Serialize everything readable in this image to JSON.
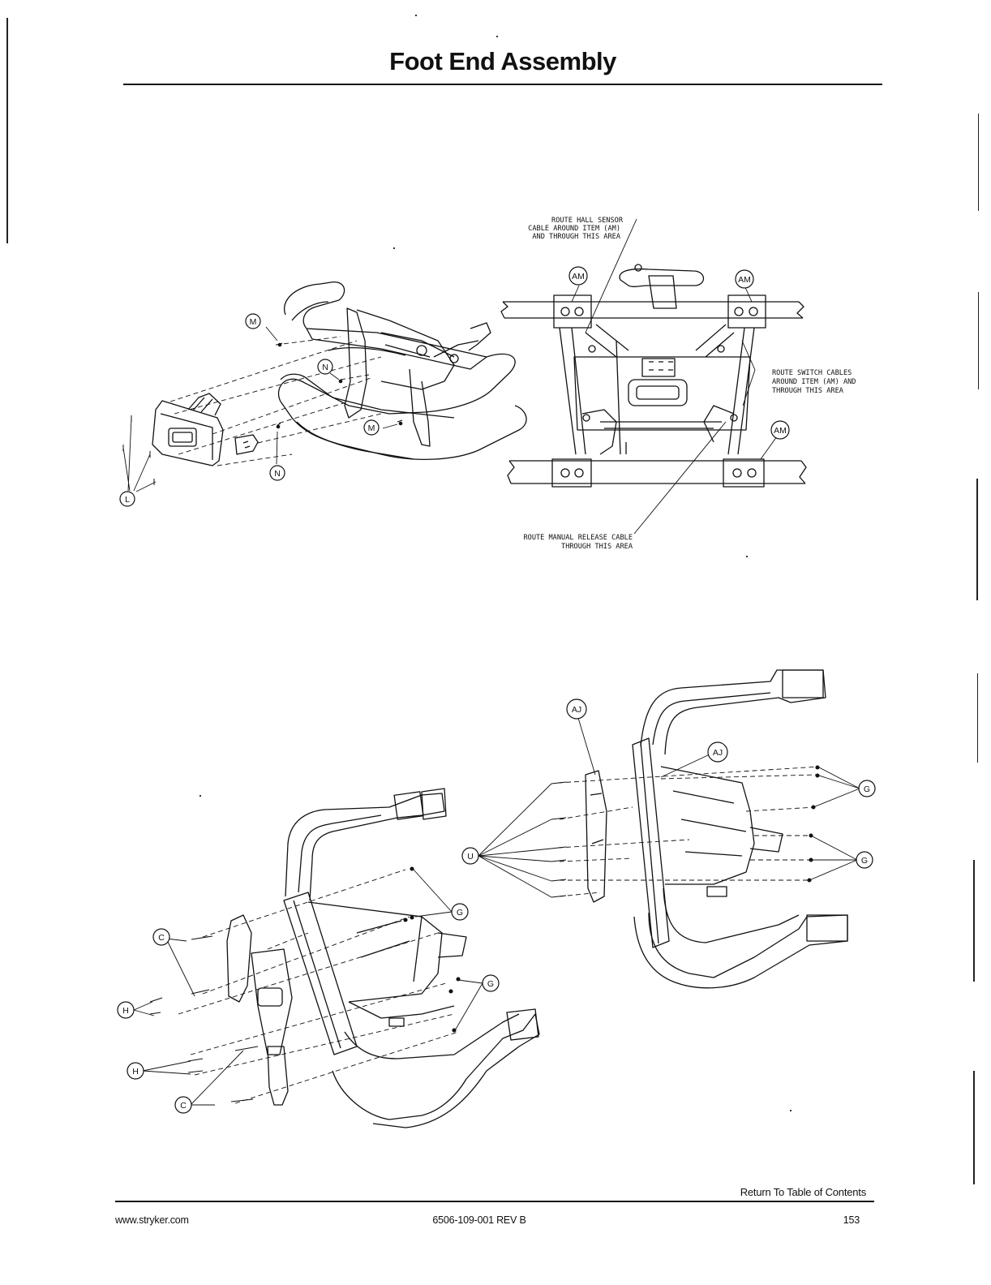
{
  "header": {
    "title": "Foot End Assembly"
  },
  "callouts": {
    "hall_sensor": [
      "ROUTE HALL SENSOR",
      "CABLE AROUND ITEM (AM)",
      "AND THROUGH THIS AREA"
    ],
    "switch_cables": [
      "ROUTE SWITCH CABLES",
      "AROUND ITEM (AM) AND",
      "THROUGH THIS AREA"
    ],
    "manual_release": [
      "ROUTE MANUAL RELEASE CABLE",
      "THROUGH THIS AREA"
    ]
  },
  "labels": {
    "m": "M",
    "n": "N",
    "l": "L",
    "am": "AM",
    "aj": "AJ",
    "g": "G",
    "c": "C",
    "h": "H",
    "u": "U"
  },
  "footer": {
    "toc_link": "Return To Table of Contents",
    "website": "www.stryker.com",
    "doc_number": "6506-109-001 REV B",
    "page_number": "153"
  }
}
